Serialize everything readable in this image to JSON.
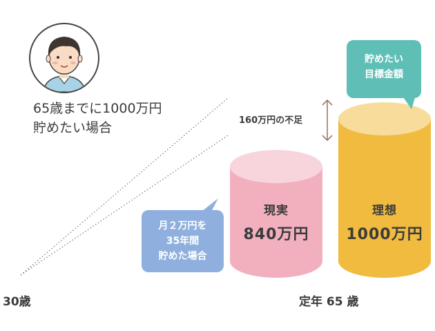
{
  "caption": {
    "line1": "65歳までに1000万円",
    "line2": "貯めたい場合"
  },
  "axis": {
    "start_label": "30歳",
    "end_label": "定年 65 歳"
  },
  "shortfall_label": "160万円の不足",
  "current": {
    "title": "現実",
    "value": "840万円",
    "color": "#f2b0bf",
    "top_color": "#f8d5dd"
  },
  "ideal": {
    "title": "理想",
    "value": "1000万円",
    "color": "#f0bb3e",
    "top_color": "#f8dc9c"
  },
  "savings_bubble": {
    "lines": [
      "月２万円を",
      "35年間",
      "貯めた場合"
    ],
    "color": "#8fb0de"
  },
  "goal_bubble": {
    "lines": [
      "貯めたい",
      "目標金額"
    ],
    "color": "#5fbfb7"
  },
  "icons": {
    "avatar": "person-avatar-icon",
    "arrow": "double-arrow-icon"
  }
}
